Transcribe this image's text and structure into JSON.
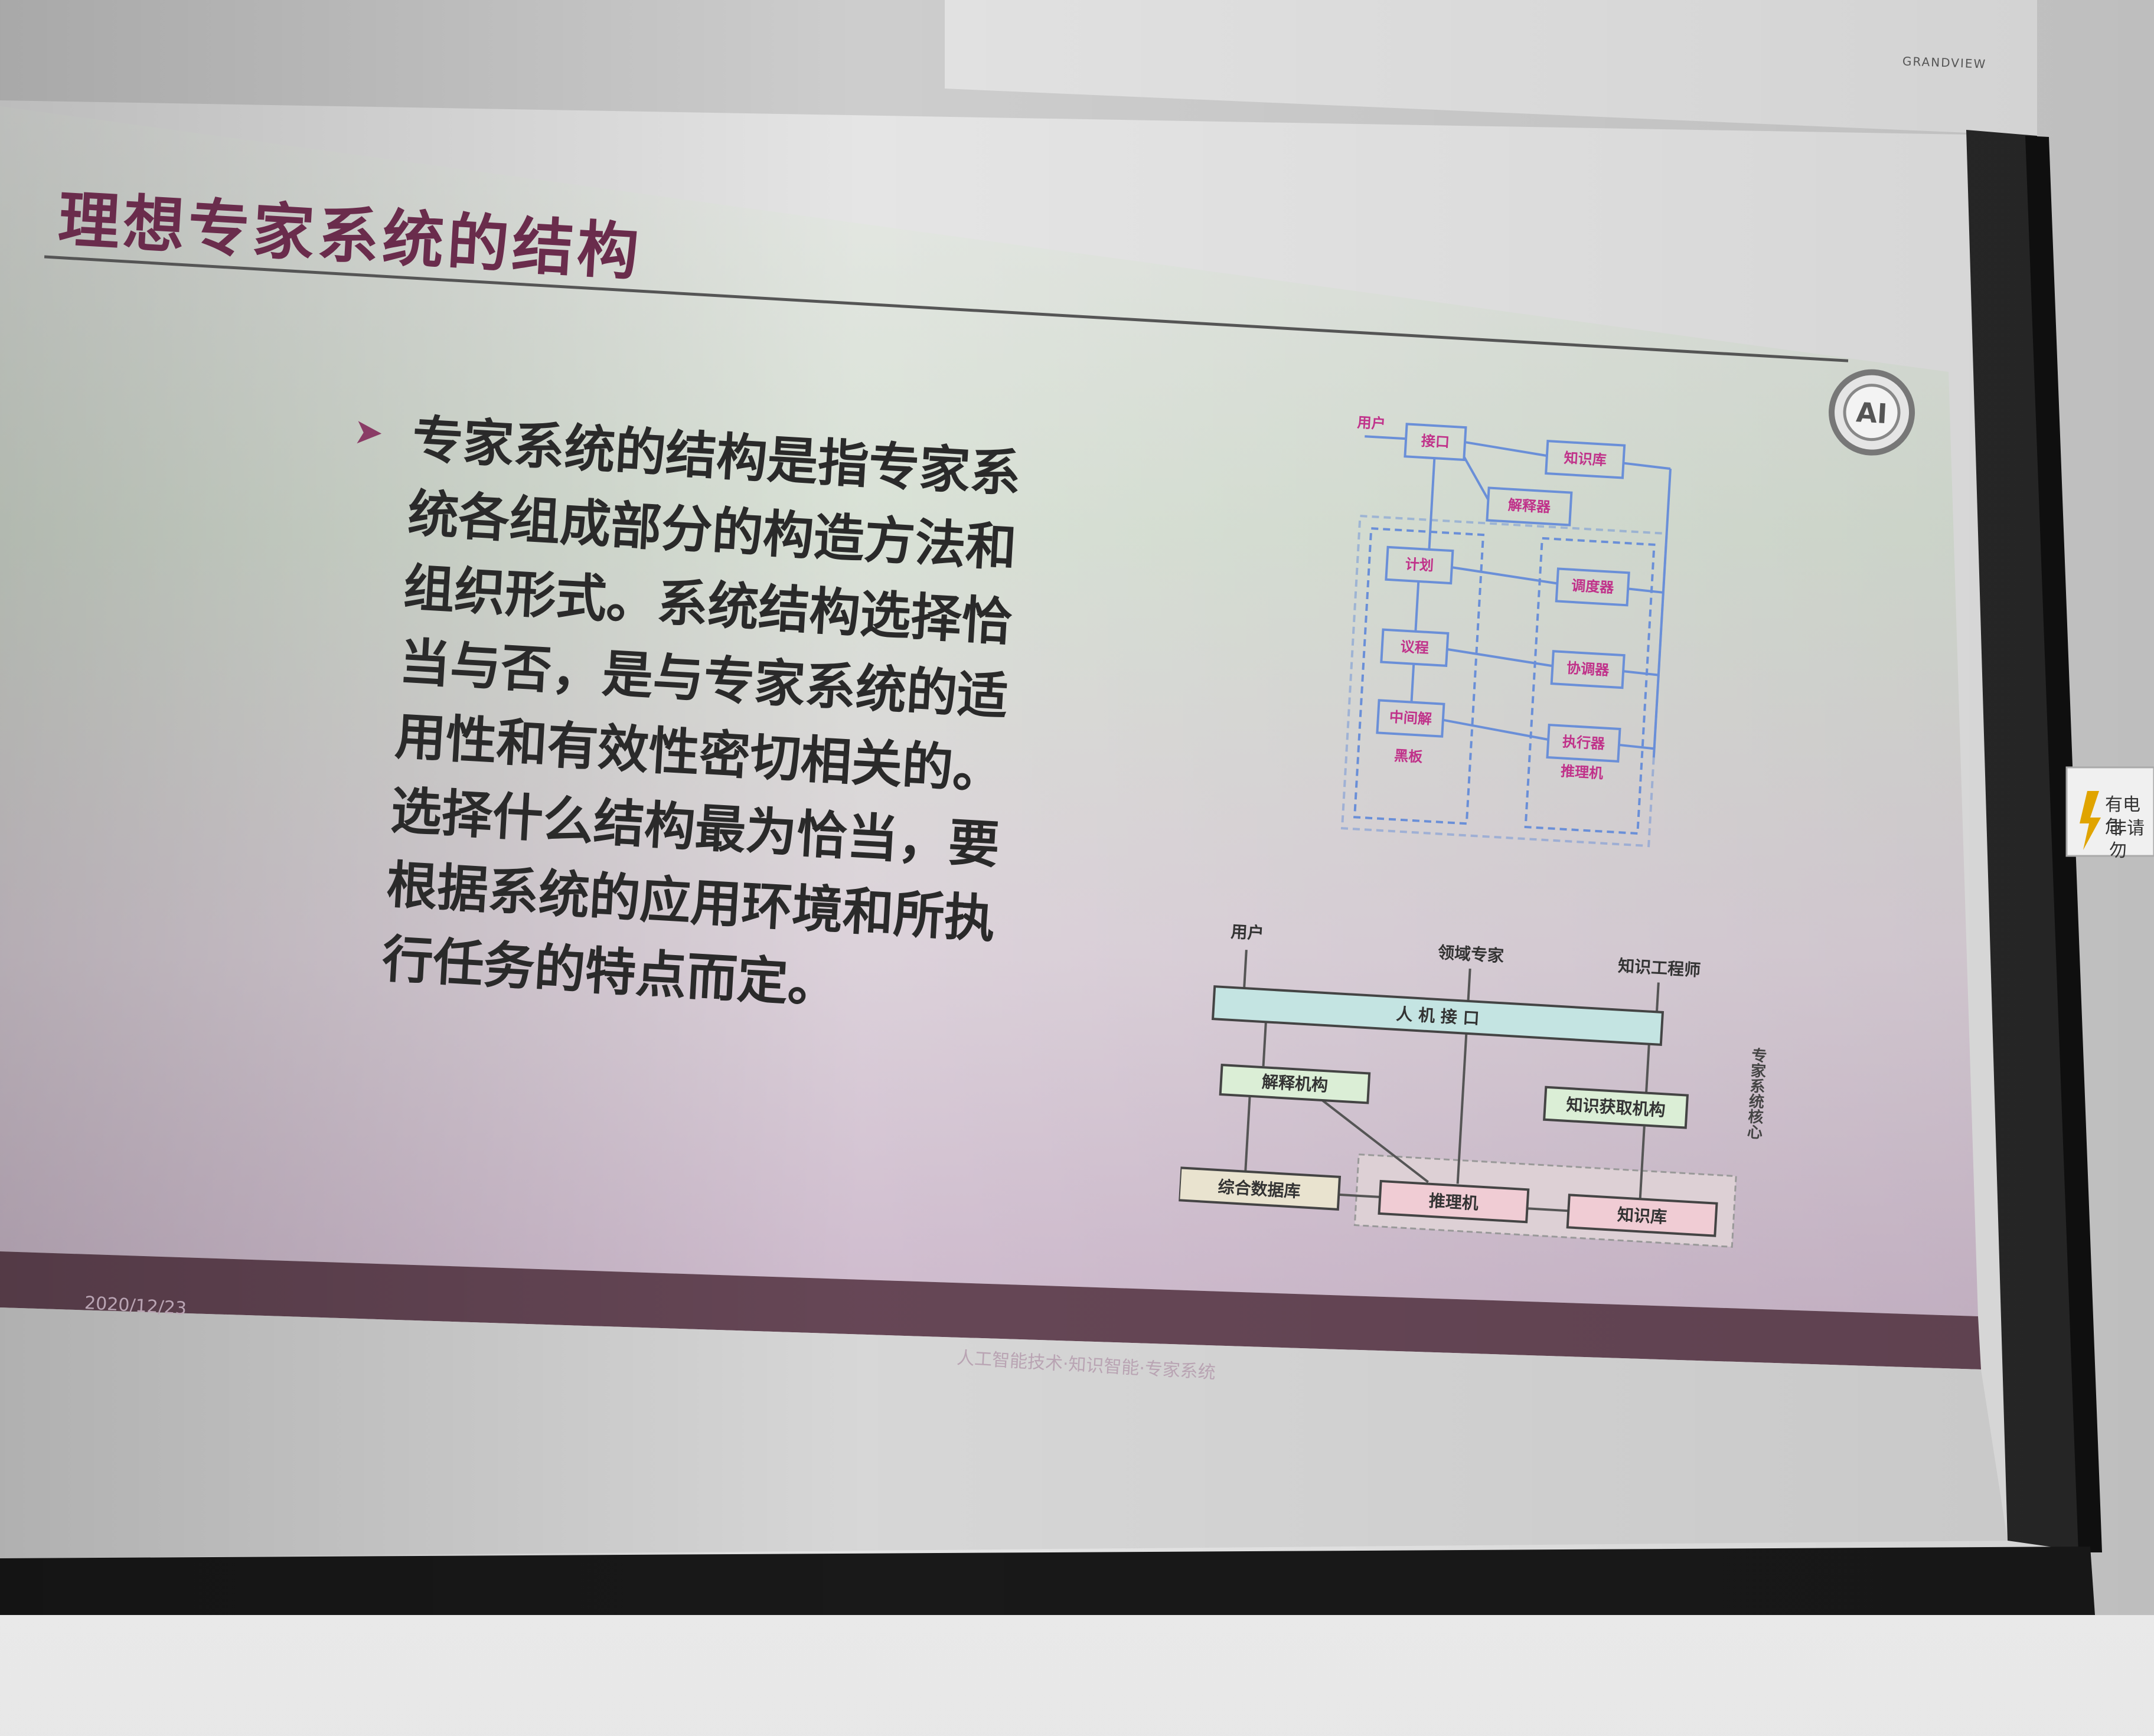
{
  "brand_label": "GRANDVIEW",
  "slide": {
    "title": "理想专家系统的结构",
    "bullet_text": "专家系统的结构是指专家系统各组成部分的构造方法和组织形式。系统结构选择恰当与否，是与专家系统的适用性和有效性密切相关的。选择什么结构最为恰当，要根据系统的应用环境和所执行任务的特点而定。",
    "footer_date": "2020/12/23",
    "footer_course": "人工智能技术·知识智能·专家系统",
    "logo_text": "AI"
  },
  "diagram_top": {
    "user": "用户",
    "interface": "接口",
    "knowledge_base": "知识库",
    "explainer": "解释器",
    "plan": "计划",
    "scheduler": "调度器",
    "agenda": "议程",
    "coordinator": "协调器",
    "blackboard_top": "中间解",
    "blackboard_bottom": "黑板",
    "executor_top": "执行器",
    "executor_bottom": "推理机"
  },
  "diagram_bottom": {
    "user": "用户",
    "domain_expert": "领域专家",
    "knowledge_engineer": "知识工程师",
    "hmi": "人 机 接 口",
    "explain_module": "解释机构",
    "acquisition_module": "知识获取机构",
    "database": "综合数据库",
    "inference_engine": "推理机",
    "knowledge_base": "知识库",
    "core_label": "专家系统核心"
  },
  "wall_sign": {
    "line1": "有电危",
    "line2": "非请勿"
  },
  "colors": {
    "title": "#6a2c4c",
    "accent": "#8a3c66",
    "diagram_blue": "#6a8fd8",
    "diagram_label": "#c0328a",
    "bar_fill": "#c4e4e2",
    "box_fill": "#dbeed6",
    "pink_box": "#f0ccd4"
  }
}
